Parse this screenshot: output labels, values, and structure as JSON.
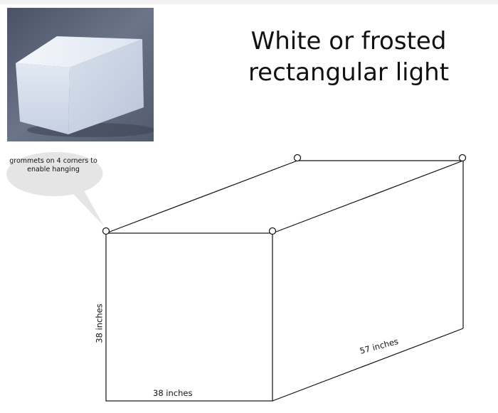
{
  "title": {
    "line1": "White or frosted",
    "line2": "rectangular light"
  },
  "callout": {
    "text": "grommets on 4 corners to enable hanging"
  },
  "dimensions": {
    "width": "38 inches",
    "height": "38 inches",
    "depth": "57 inches"
  },
  "colors": {
    "photo_background": "#5a6478",
    "box_face_light": "#e8eef6",
    "box_face_mid": "#c9d3e4",
    "callout_fill": "#e5e5e5",
    "line": "#111111"
  }
}
